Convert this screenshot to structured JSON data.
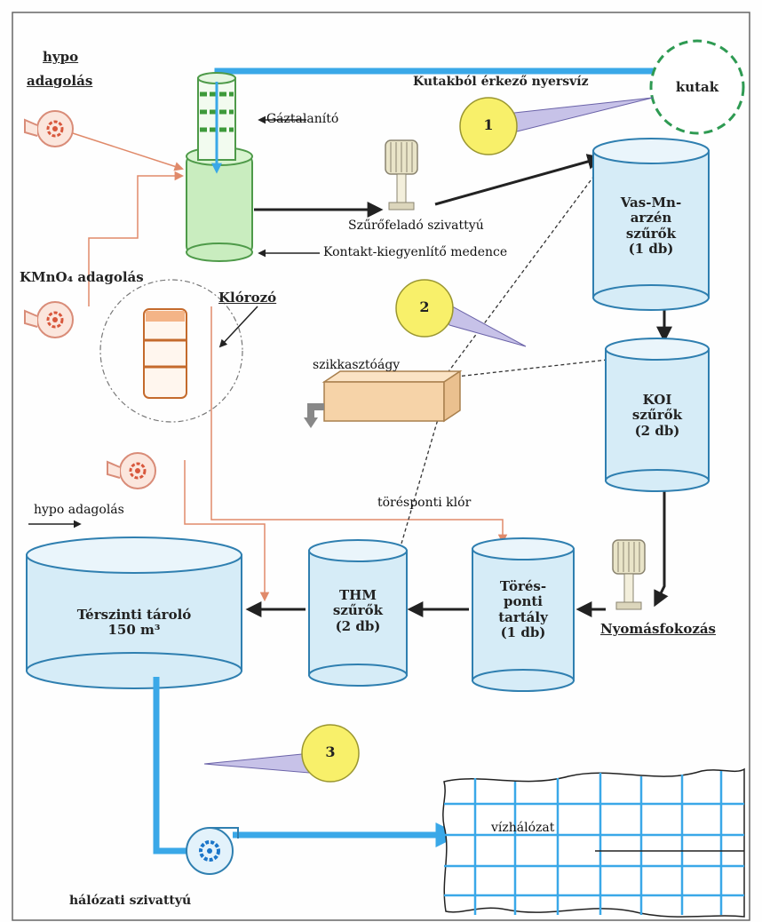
{
  "labels": {
    "hypo_top_1": "hypo",
    "hypo_top_2": "adagolás",
    "gaztalanito": "Gáztalanító",
    "kutakbol": "Kutakból érkező nyersvíz",
    "kutak": "kutak",
    "szurofelado": "Szűrőfeladó szivattyú",
    "kontakt": "Kontakt-kiegyenlítő medence",
    "kmno4": "KMnO₄ adagolás",
    "klorozo": "Klórozó",
    "vas_1": "Vas-Mn-",
    "vas_2": "arzén",
    "vas_3": "szűrők",
    "vas_4": "(1 db)",
    "koi_1": "KOI",
    "koi_2": "szűrők",
    "koi_3": "(2 db)",
    "szikkaszto": "szikkasztóágy",
    "hypo_mid": "hypo adagolás",
    "torespont_klor": "törésponti klór",
    "tarolo_1": "Térszinti tároló",
    "tarolo_2": "150 m³",
    "thm_1": "THM",
    "thm_2": "szűrők",
    "thm_3": "(2 db)",
    "tores_1": "Törés-",
    "tores_2": "ponti",
    "tores_3": "tartály",
    "tores_4": "(1 db)",
    "nyomas": "Nyomásfokozás",
    "vizhalozat": "vízhálózat",
    "halozati": "hálózati szivattyú",
    "callout_1": "1",
    "callout_2": "2",
    "callout_3": "3"
  },
  "icons": {
    "dosing_pump": "gear-icon",
    "pump_motor": "motor-icon",
    "network_pump": "gear-icon"
  },
  "colors": {
    "pipe_blue": "#3aa8e8",
    "tank_fill": "#d6ecf7",
    "tank_stroke": "#2f7fb0",
    "column_green": "#c9edbf",
    "callout_yellow": "#f8f06a",
    "dashed_green": "#2e9a52",
    "orange_line": "#e08a6a"
  }
}
